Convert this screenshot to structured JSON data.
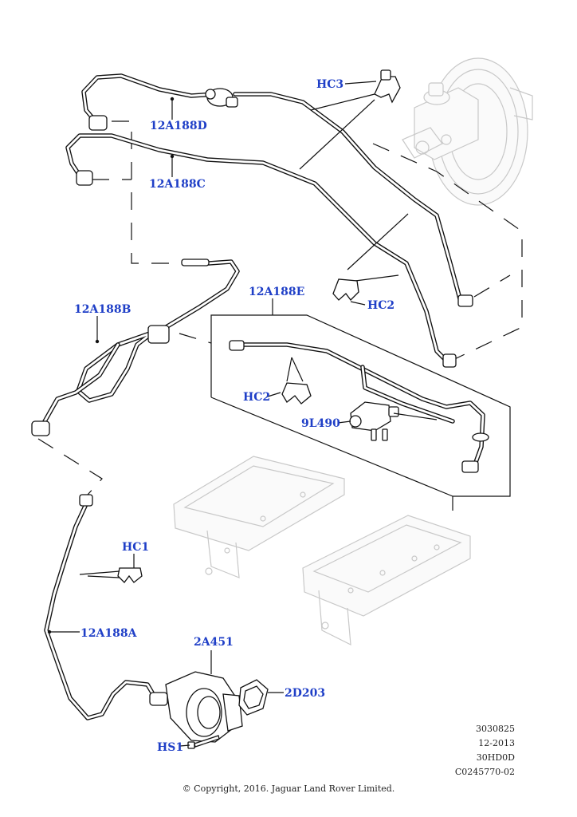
{
  "callouts": {
    "hc3": "HC3",
    "a188d": "12A188D",
    "a188c": "12A188C",
    "a188b": "12A188B",
    "a188e": "12A188E",
    "hc2_upper": "HC2",
    "hc2_lower": "HC2",
    "l490": "9L490",
    "hc1": "HC1",
    "a188a": "12A188A",
    "a451": "2A451",
    "d203": "2D203",
    "hs1": "HS1"
  },
  "reference": {
    "line1": "3030825",
    "line2": "12-2013",
    "line3": "30HD0D",
    "line4": "C0245770-02"
  },
  "copyright": "© Copyright, 2016. Jaguar Land Rover Limited.",
  "colors": {
    "callout": "#1f3fc7",
    "line": "#111111",
    "ghost_part": "#c8c8c8"
  }
}
